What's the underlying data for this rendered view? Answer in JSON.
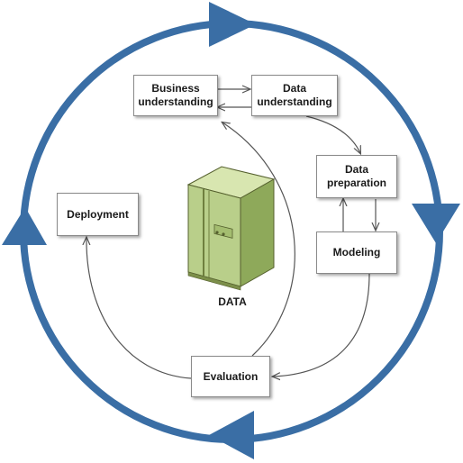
{
  "diagram": {
    "nodes": {
      "business_understanding": "Business\nunderstanding",
      "data_understanding": "Data\nunderstanding",
      "data_preparation": "Data\npreparation",
      "modeling": "Modeling",
      "evaluation": "Evaluation",
      "deployment": "Deployment",
      "data": "DATA"
    },
    "colors": {
      "cycle": "#3a6ea5",
      "server": "#b9cf8a",
      "arrow": "#555555"
    }
  }
}
